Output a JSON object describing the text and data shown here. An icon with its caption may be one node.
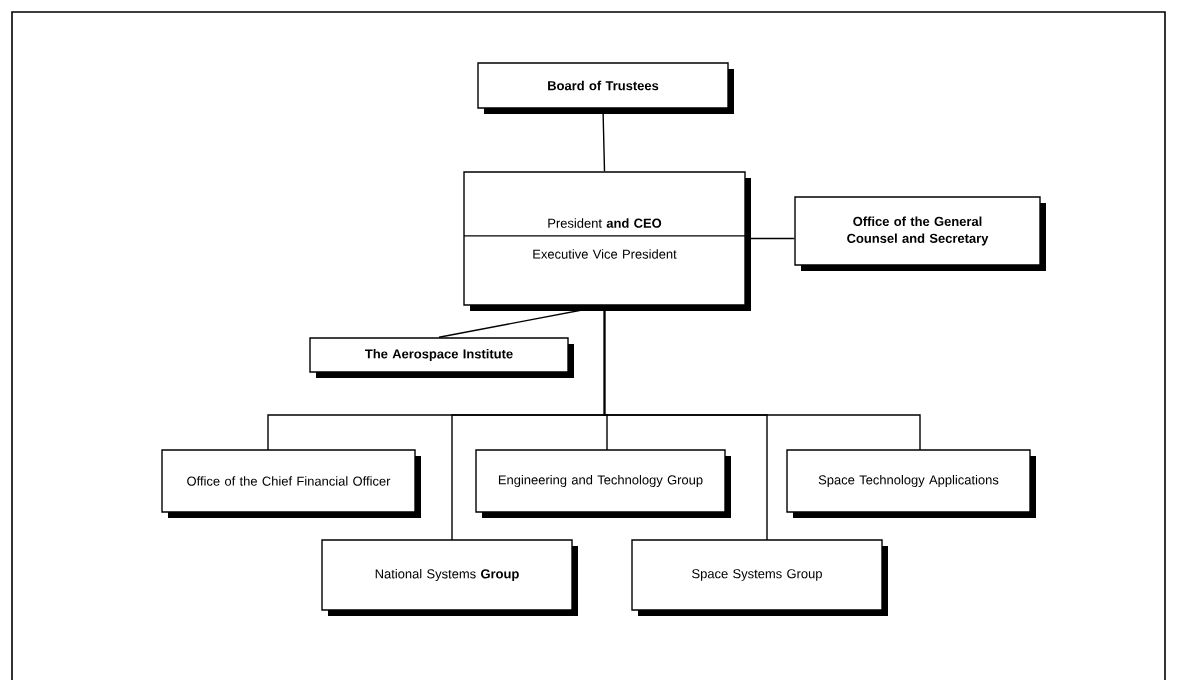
{
  "diagram": {
    "nodes": [
      {
        "text": [
          "Board of Trustees"
        ]
      },
      {
        "text": [
          "President **and CEO**",
          "Executive Vice President"
        ]
      },
      {
        "text": [
          "Office of the General Counsel and Secretary"
        ]
      },
      {
        "text": [
          "The Aerospace Institute"
        ]
      },
      {
        "text": [
          "Office of the Chief Financial Officer"
        ]
      },
      {
        "text": [
          "Engineering and Technology Group"
        ]
      },
      {
        "text": [
          "Space Technology Applications"
        ]
      },
      {
        "text": [
          "National Systems **Group**"
        ]
      },
      {
        "text": [
          "Space Systems Group"
        ]
      }
    ],
    "edges": [
      {
        "from": 0,
        "to": 1,
        "arrow": "none"
      },
      {
        "from": 1,
        "to": 2,
        "arrow": "none"
      },
      {
        "from": 1,
        "to": 3,
        "arrow": "none"
      },
      {
        "from": 1,
        "to": 4,
        "arrow": "none"
      },
      {
        "from": 1,
        "to": 5,
        "arrow": "none"
      },
      {
        "from": 1,
        "to": 6,
        "arrow": "none"
      },
      {
        "from": 1,
        "to": 7,
        "arrow": "none"
      },
      {
        "from": 1,
        "to": 8,
        "arrow": "none"
      }
    ]
  }
}
